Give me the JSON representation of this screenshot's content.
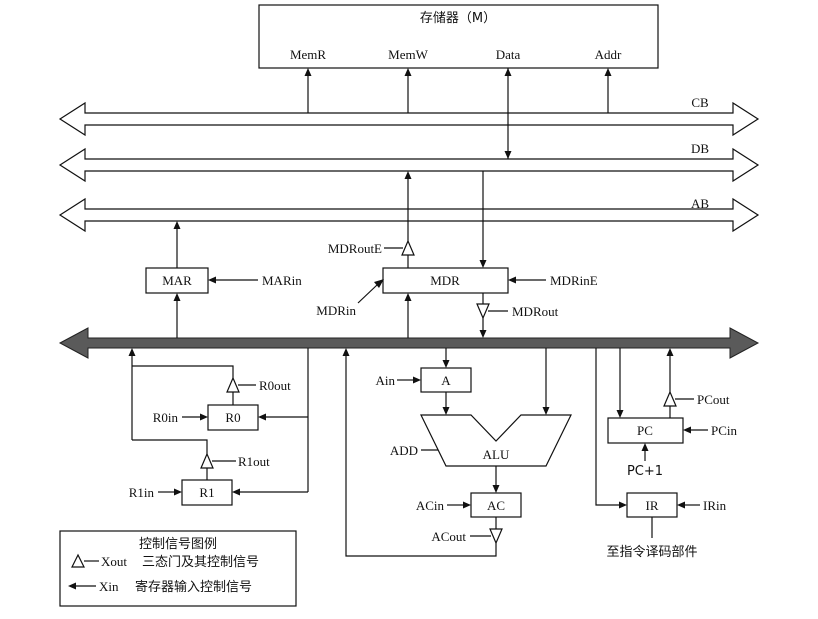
{
  "memory": {
    "title": "存储器（M）",
    "ports": [
      "MemR",
      "MemW",
      "Data",
      "Addr"
    ]
  },
  "buses": {
    "cb": "CB",
    "db": "DB",
    "ab": "AB"
  },
  "blocks": {
    "mar": "MAR",
    "mdr": "MDR",
    "r0": "R0",
    "r1": "R1",
    "a": "A",
    "alu": "ALU",
    "ac": "AC",
    "pc": "PC",
    "ir": "IR"
  },
  "signals": {
    "mar_in": "MARin",
    "mdr_out_e": "MDRoutE",
    "mdr_in_e": "MDRinE",
    "mdr_in": "MDRin",
    "mdr_out": "MDRout",
    "r0_out": "R0out",
    "r0_in": "R0in",
    "r1_out": "R1out",
    "r1_in": "R1in",
    "a_in": "Ain",
    "add": "ADD",
    "ac_in": "ACin",
    "ac_out": "ACout",
    "pc_out": "PCout",
    "pc_in": "PCin",
    "pc_plus1": "PC+1",
    "ir_in": "IRin",
    "to_decoder": "至指令译码部件"
  },
  "legend": {
    "title": "控制信号图例",
    "row1_sym": "Xout",
    "row1_text": "三态门及其控制信号",
    "row2_sym": "Xin",
    "row2_text": "寄存器输入控制信号"
  }
}
